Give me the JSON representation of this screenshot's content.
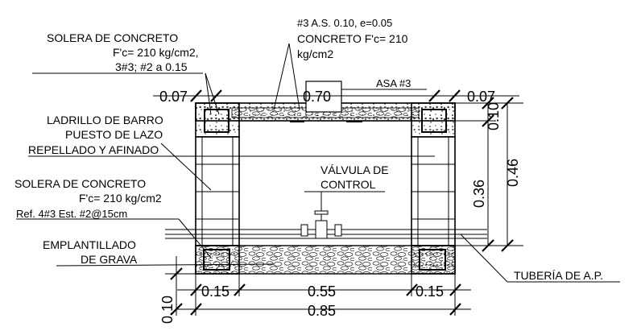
{
  "labels": {
    "solera_top_1": "SOLERA DE CONCRETO",
    "solera_top_2": "F'c= 210 kg/cm2,",
    "solera_top_3": "3#3; #2 a 0.15",
    "slab_1": "#3 A.S. 0.10, e=0.05",
    "slab_2": "CONCRETO F'c= 210",
    "slab_3": "kg/cm2",
    "asa": "ASA #3",
    "ladrillo_1": "LADRILLO DE BARRO",
    "ladrillo_2": "PUESTO DE LAZO",
    "ladrillo_3": "REPELLADO Y AFINADO",
    "valvula_1": "VÁLVULA DE",
    "valvula_2": "CONTROL",
    "solera_bot_1": "SOLERA DE CONCRETO",
    "solera_bot_2": "F'c= 210 kg/cm2",
    "solera_bot_3": "Ref. 4#3  Est. #2@15cm",
    "emplantillado_1": "EMPLANTILLADO",
    "emplantillado_2": "DE GRAVA",
    "tuberia": "TUBERÍA DE A.P."
  },
  "dimensions": {
    "top_left": "0.07",
    "top_center": "0.70",
    "top_right": "0.07",
    "right_top": "0.10",
    "right_mid": "0.36",
    "right_full": "0.46",
    "bottom_left": "0.15",
    "bottom_center": "0.55",
    "bottom_right": "0.15",
    "bottom_total": "0.85",
    "left_base": "0.10"
  },
  "colors": {
    "line": "#000000",
    "background": "#ffffff"
  }
}
